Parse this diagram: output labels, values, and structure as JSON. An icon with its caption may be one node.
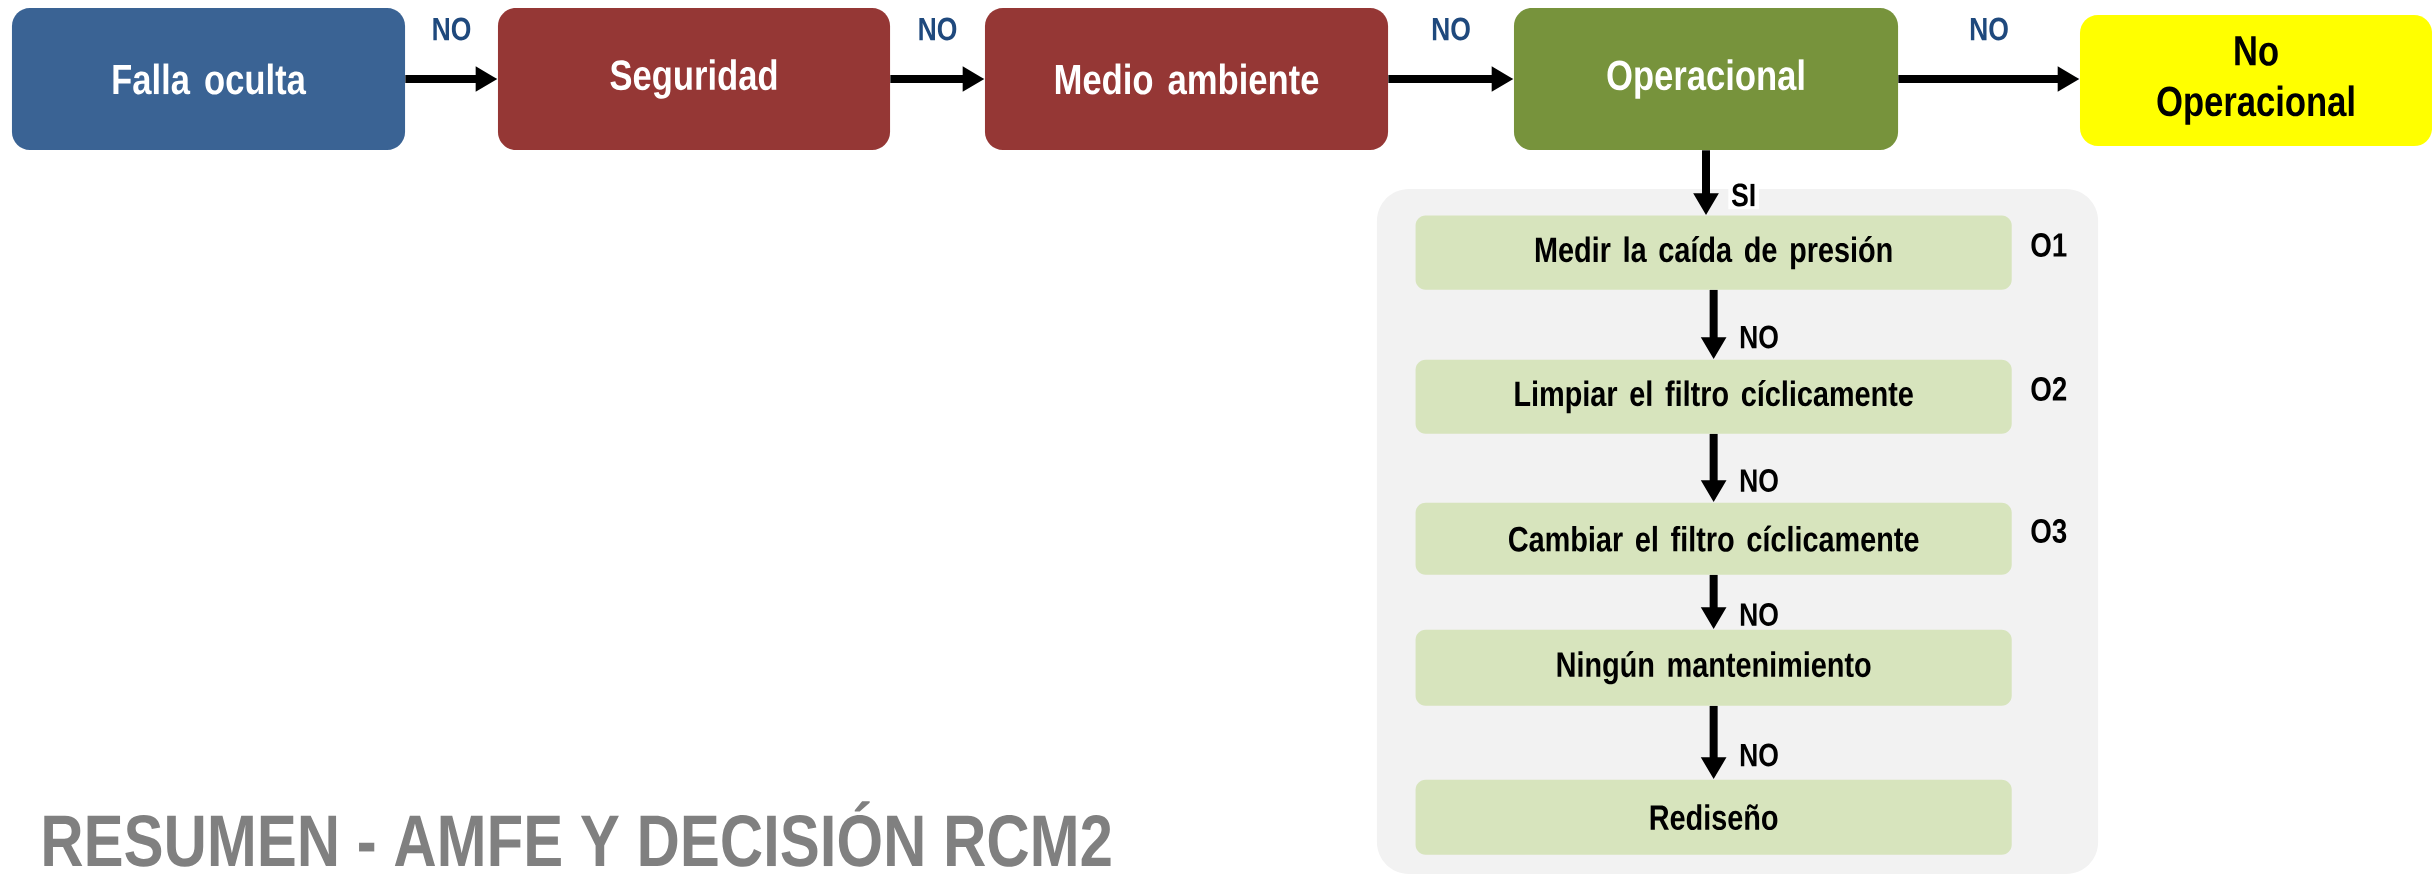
{
  "diagram": {
    "title": "RESUMEN - AMFE Y DECISIÓN RCM2",
    "nodes": [
      {
        "text": [
          "Falla oculta"
        ]
      },
      {
        "text": [
          "Seguridad"
        ]
      },
      {
        "text": [
          "Medio ambiente"
        ]
      },
      {
        "text": [
          "Operacional"
        ]
      },
      {
        "text": [
          "No Operacional"
        ]
      },
      {
        "text": [],
        "shape": "box"
      },
      {
        "text": [
          "Medir la caída de presión"
        ],
        "in": 5,
        "beside": [
          "O1"
        ]
      },
      {
        "text": [
          "Limpiar el filtro cíclicamente"
        ],
        "in": 5,
        "beside": [
          "O2"
        ]
      },
      {
        "text": [
          "Cambiar el filtro cíclicamente"
        ],
        "in": 5,
        "beside": [
          "O3"
        ]
      },
      {
        "text": [
          "Ningún mantenimiento"
        ],
        "in": 5
      },
      {
        "text": [
          "Rediseño"
        ],
        "in": 5
      }
    ],
    "edges": [
      {
        "from": 0,
        "to": 1,
        "arrow": "to",
        "label": "NO"
      },
      {
        "from": 1,
        "to": 2,
        "arrow": "to",
        "label": "NO"
      },
      {
        "from": 2,
        "to": 3,
        "arrow": "to",
        "label": "NO"
      },
      {
        "from": 3,
        "to": 4,
        "arrow": "to",
        "label": "NO"
      },
      {
        "from": 3,
        "to": 6,
        "arrow": "to",
        "label": "SI"
      },
      {
        "from": 6,
        "to": 7,
        "arrow": "to",
        "label": "NO"
      },
      {
        "from": 7,
        "to": 8,
        "arrow": "to",
        "label": "NO"
      },
      {
        "from": 8,
        "to": 9,
        "arrow": "to",
        "label": "NO"
      },
      {
        "from": 9,
        "to": 10,
        "arrow": "to",
        "label": "NO"
      }
    ]
  }
}
